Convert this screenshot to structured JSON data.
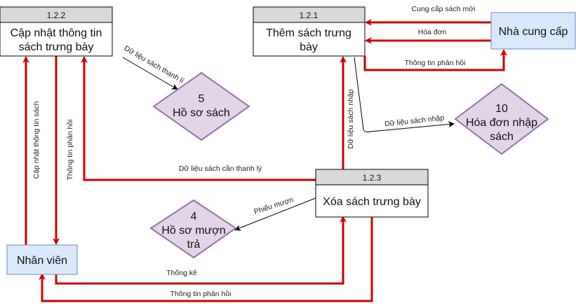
{
  "processes": [
    {
      "id": "1.2.2",
      "name_lines": [
        "Cập nhật thông tin",
        "sách trưng bày"
      ]
    },
    {
      "id": "1.2.1",
      "name_lines": [
        "Thêm sách trưng",
        "bày"
      ]
    },
    {
      "id": "1.2.3",
      "name_lines": [
        "Xóa sách trưng bày"
      ]
    }
  ],
  "stores": [
    {
      "num": "5",
      "name_lines": [
        "Hồ sơ sách"
      ]
    },
    {
      "num": "10",
      "name_lines": [
        "Hóa đơn nhập",
        "sách"
      ]
    },
    {
      "num": "4",
      "name_lines": [
        "Hồ sơ mượn",
        "trả"
      ]
    }
  ],
  "entities": {
    "supplier": "Nhà cung cấp",
    "staff": "Nhân viên"
  },
  "flows": {
    "cung_cap": "Cung cấp sách mới",
    "hoa_don": "Hóa đơn",
    "thong_tin_supplier": "Thông tin phản hồi",
    "du_lieu_nhap_1": "Dữ liệu sách nhập",
    "du_lieu_nhap_2": "Dữ liệu sách nhập",
    "thanh_li": "Dữ liệu sách thanh lí",
    "can_thanh_ly": "Dữ liệu sách cần thanh lý",
    "cap_nhat_tt": "Cập nhật thông tin sách",
    "thong_tin_staff": "Thông tin phản hồi",
    "phieu_muon": "Phiếu mượn",
    "thong_ke": "Thống kê",
    "thong_tin_bottom": "Thông tin phản hồi"
  },
  "colors": {
    "arrow_red": "#cc0000",
    "process_header": "#d9d9d9",
    "entity_fill": "#dae8fc",
    "entity_stroke": "#6c8ebf",
    "store_fill": "#e1d5e7",
    "store_stroke": "#9673a6"
  }
}
